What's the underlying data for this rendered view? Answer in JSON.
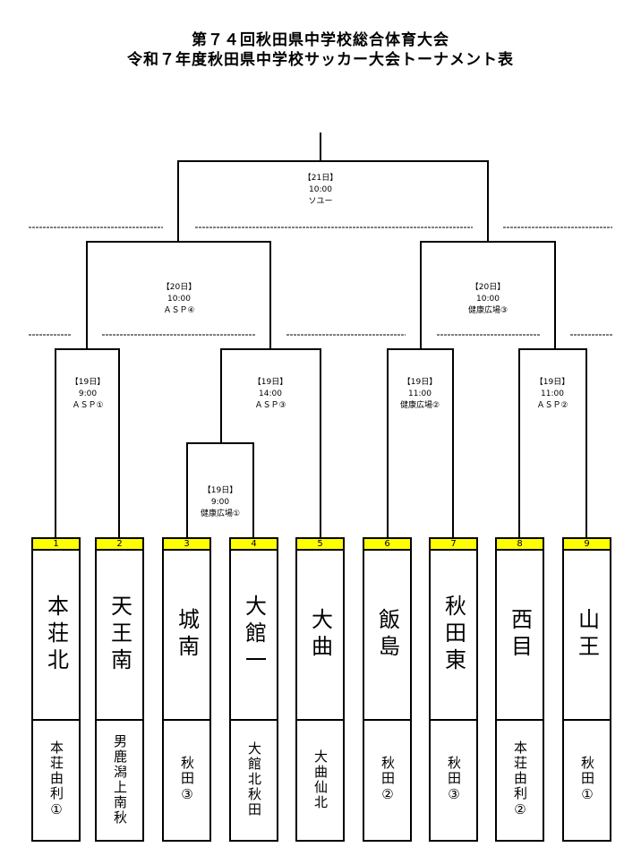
{
  "header": {
    "title_line1": "第７４回秋田県中学校総合体育大会",
    "title_line2": "令和７年度秋田県中学校サッカー大会トーナメント表"
  },
  "matches": {
    "final": {
      "date": "【21日】",
      "time": "10:00",
      "venue": "ソユー"
    },
    "semi_left": {
      "date": "【20日】",
      "time": "10:00",
      "venue": "ＡＳＰ④"
    },
    "semi_right": {
      "date": "【20日】",
      "time": "10:00",
      "venue": "健康広場③"
    },
    "r1_m1": {
      "date": "【19日】",
      "time": "9:00",
      "venue": "ＡＳＰ①"
    },
    "r1_m2": {
      "date": "【19日】",
      "time": "14:00",
      "venue": "ＡＳＰ③"
    },
    "r1_m3": {
      "date": "【19日】",
      "time": "11:00",
      "venue": "健康広場②"
    },
    "r1_m4": {
      "date": "【19日】",
      "time": "11:00",
      "venue": "ＡＳＰ②"
    },
    "play_in": {
      "date": "【19日】",
      "time": "9:00",
      "venue": "健康広場①"
    }
  },
  "teams": [
    {
      "seed": "1",
      "name": "本荘北",
      "school": "本荘由利①"
    },
    {
      "seed": "2",
      "name": "天王南",
      "school": "男鹿潟上南秋"
    },
    {
      "seed": "3",
      "name": "城南",
      "school": "秋田③"
    },
    {
      "seed": "4",
      "name": "大館一",
      "school": "大館北秋田"
    },
    {
      "seed": "5",
      "name": "大曲",
      "school": "大曲仙北"
    },
    {
      "seed": "6",
      "name": "飯島",
      "school": "秋田②"
    },
    {
      "seed": "7",
      "name": "秋田東",
      "school": "秋田③"
    },
    {
      "seed": "8",
      "name": "西目",
      "school": "本荘由利②"
    },
    {
      "seed": "9",
      "name": "山王",
      "school": "秋田①"
    }
  ],
  "colors": {
    "seed_bg": "#ffff00",
    "line": "#000000"
  }
}
